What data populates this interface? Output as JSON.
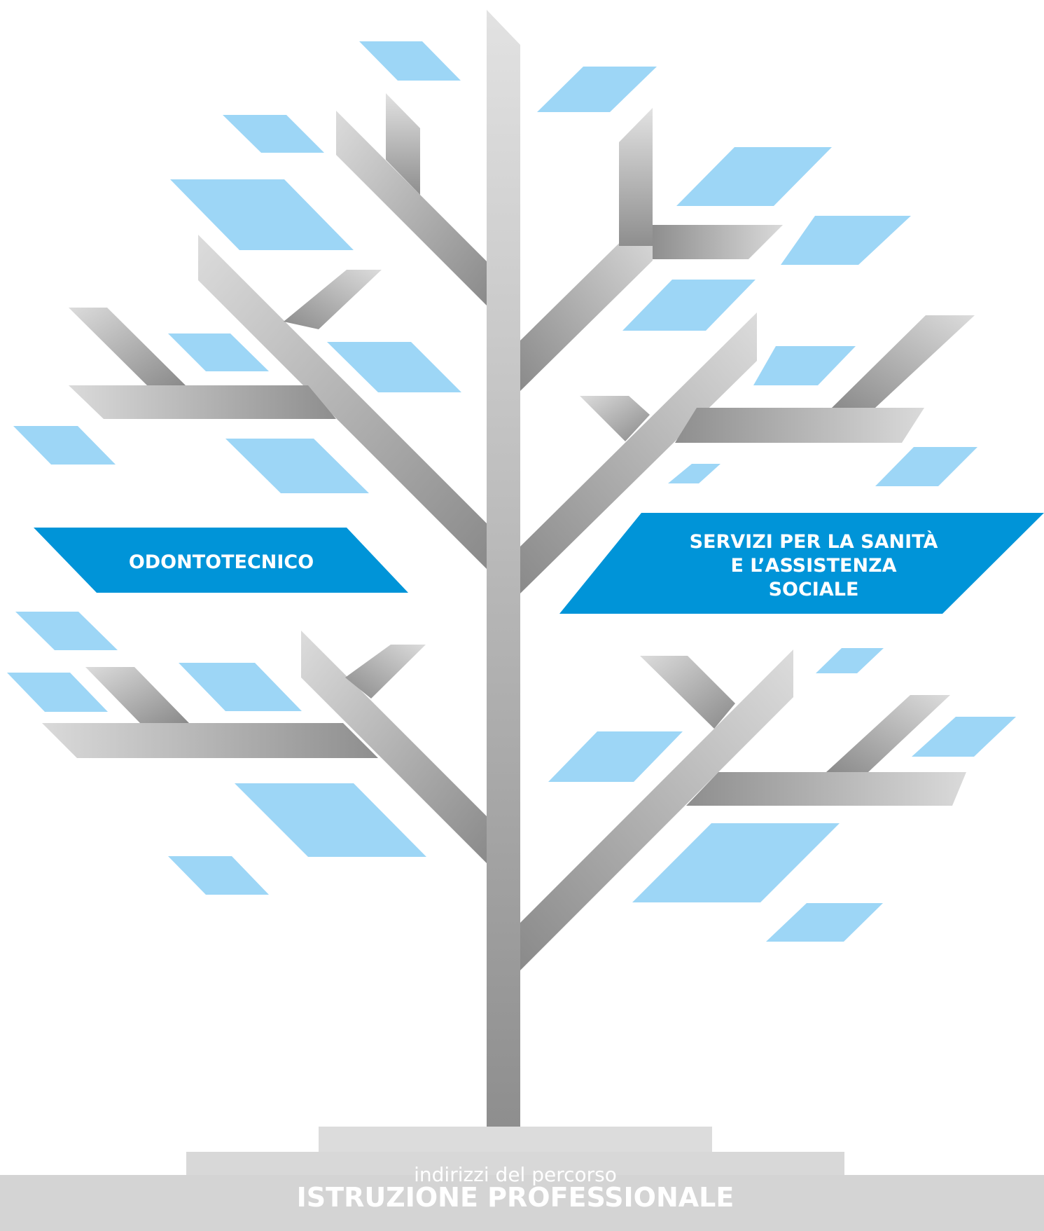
{
  "branches": {
    "odontotecnico": "ODONTOTECNICO",
    "servizi_line1": "SERVIZI PER LA SANITÀ",
    "servizi_line2": "E L’ASSISTENZA",
    "servizi_line3": "SOCIALE"
  },
  "base": {
    "subtitle": "indirizzi del percorso",
    "title": "ISTRUZIONE PROFESSIONALE"
  },
  "colors": {
    "leaf": "#9dd6f6",
    "banner": "#0094d8",
    "branch_light": "#d9d9d9",
    "branch_dark": "#8c8c8c",
    "base": "#d6d6d6"
  }
}
